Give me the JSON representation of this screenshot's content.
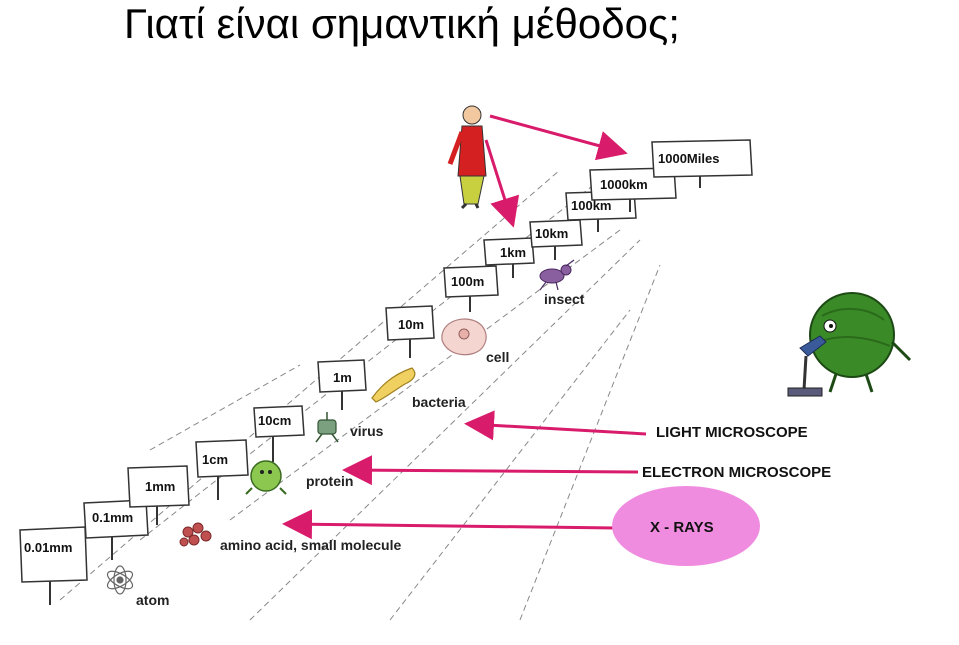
{
  "title": "Γιατί είναι σημαντική μέθοδος;",
  "scale_signs": [
    {
      "label": "0.01mm"
    },
    {
      "label": "0.1mm"
    },
    {
      "label": "1mm"
    },
    {
      "label": "1cm"
    },
    {
      "label": "10cm"
    },
    {
      "label": "1m"
    },
    {
      "label": "10m"
    },
    {
      "label": "100m"
    },
    {
      "label": "1km"
    },
    {
      "label": "10km"
    },
    {
      "label": "100km"
    },
    {
      "label": "1000km"
    },
    {
      "label": "1000Miles"
    }
  ],
  "objects": [
    {
      "label": "atom",
      "icon": "atom-icon"
    },
    {
      "label": "amino acid, small molecule",
      "icon": "molecule-icon"
    },
    {
      "label": "protein",
      "icon": "protein-icon"
    },
    {
      "label": "virus",
      "icon": "virus-icon"
    },
    {
      "label": "bacteria",
      "icon": "bacteria-icon"
    },
    {
      "label": "cell",
      "icon": "cell-icon"
    },
    {
      "label": "insect",
      "icon": "insect-icon"
    }
  ],
  "instruments": [
    {
      "label": "LIGHT MICROSCOPE"
    },
    {
      "label": "ELECTRON MICROSCOPE"
    },
    {
      "label": "X - RAYS"
    }
  ],
  "colors": {
    "arrow": "#d81b6a",
    "xray_ellipse": "#f08ce0",
    "sign_fill": "#ffffff",
    "sign_stroke": "#333333",
    "figure_shirt": "#d42020",
    "figure_pants": "#c8d040",
    "mascot_green": "#3a8a28"
  }
}
